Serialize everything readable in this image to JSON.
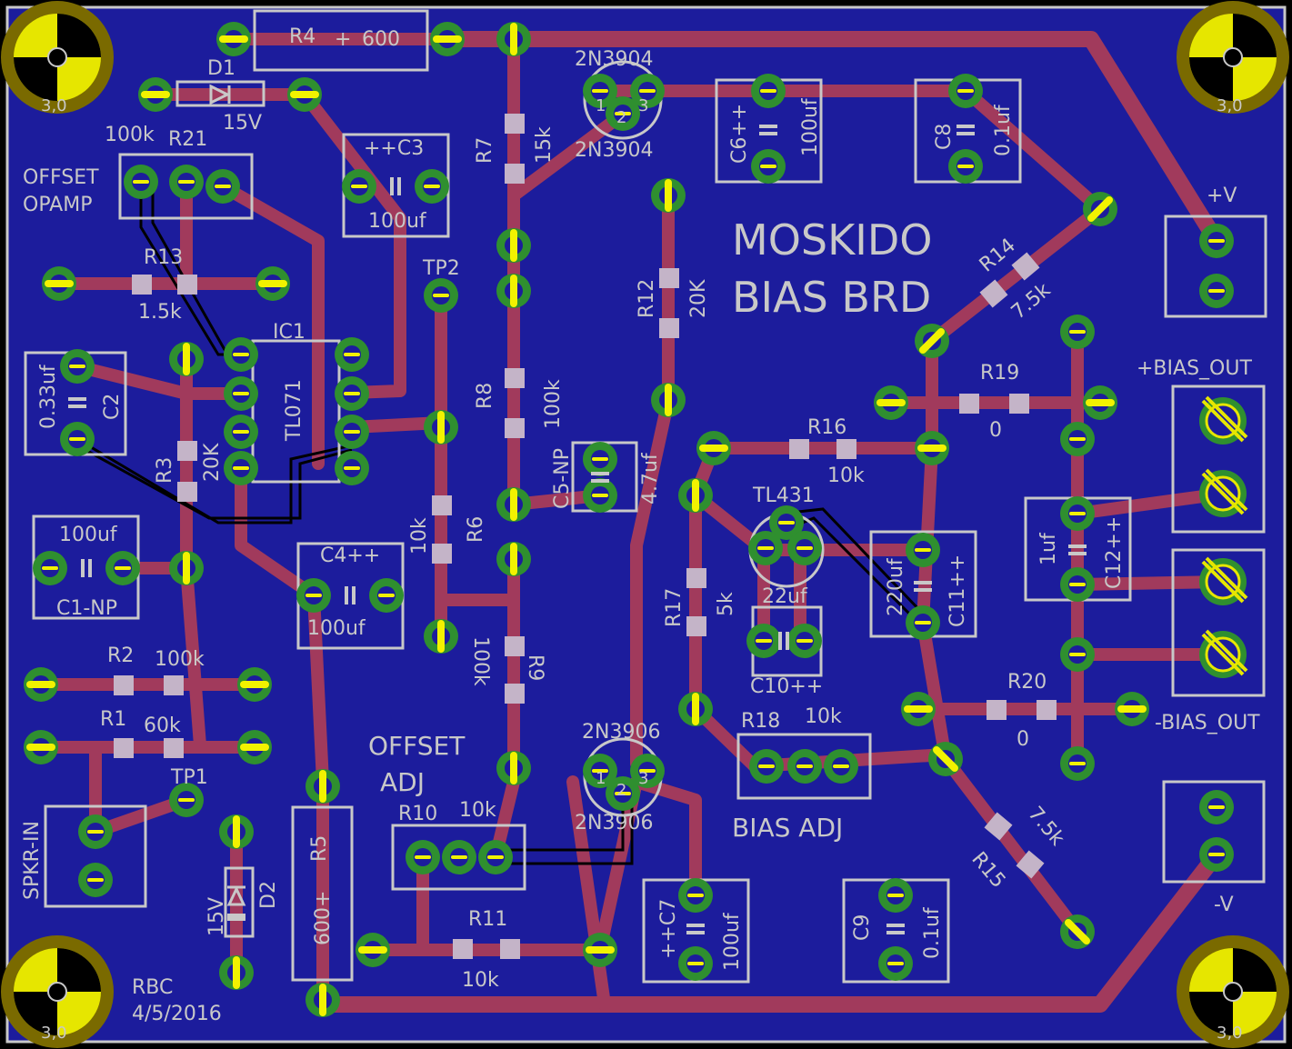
{
  "board": {
    "title_line1": "MOSKIDO",
    "title_line2": "BIAS BRD",
    "author": "RBC",
    "date": "4/5/2016",
    "colors": {
      "board": "#1c1c9c",
      "trace": "#a13a5c",
      "silk": "#c8c8c8",
      "pad": "#2f8f2f",
      "hole": "#e6e600"
    }
  },
  "labels": {
    "r4": "R4",
    "r4_val": "600",
    "plus": "+",
    "d1": "D1",
    "d1_val": "15V",
    "r21_val": "100k",
    "r21": "R21",
    "offset": "OFFSET",
    "opamp": "OPAMP",
    "c3": "++C3",
    "c3_val": "100uf",
    "q1_top": "2N3904",
    "q1_bot": "2N3904",
    "pin1": "1",
    "pin2": "2",
    "pin3": "3",
    "r7": "R7",
    "r7_val": "15k",
    "c6": "C6++",
    "c6_val": "100uf",
    "c8": "C8",
    "c8_val": "0.1uf",
    "r13": "R13",
    "r13_val": "1.5k",
    "tp2": "TP2",
    "r12": "R12",
    "r12_val": "20K",
    "r14": "R14",
    "r14_val": "7.5k",
    "v_plus": "+V",
    "ic1": "IC1",
    "ic1_part": "TL071",
    "c2": "C2",
    "c2_val": "0.33uf",
    "r3": "R3",
    "r3_val": "20K",
    "r8": "R8",
    "r8_val": "100k",
    "r19": "R19",
    "r19_val": "0",
    "bias_out_plus": "+BIAS_OUT",
    "r16": "R16",
    "r16_val": "10k",
    "c5": "C5-NP",
    "c5_val": "4.7uf",
    "tl431": "TL431",
    "c1_val": "100uf",
    "c1": "C1-NP",
    "c4": "C4++",
    "c4_val": "100uf",
    "r6": "R6",
    "r6_val": "10k",
    "r17": "R17",
    "r17_val": "5k",
    "c10_val": "22uf",
    "c10": "C10++",
    "c11_val": "220uf",
    "c11": "C11++",
    "c12_val": "1uf",
    "c12": "C12++",
    "r2": "R2",
    "r2_val": "100k",
    "r9": "R9",
    "r9_val": "100k",
    "r1": "R1",
    "r1_val": "60k",
    "r20": "R20",
    "r20_val": "0",
    "bias_out_minus": "-BIAS_OUT",
    "r18": "R18",
    "r18_val": "10k",
    "offset_adj1": "OFFSET",
    "offset_adj2": "ADJ",
    "q2_top": "2N3906",
    "q2_bot": "2N3906",
    "tp1": "TP1",
    "spkr_in": "SPKR-IN",
    "r10": "R10",
    "r10_val": "10k",
    "bias_adj": "BIAS ADJ",
    "r15": "R15",
    "r15_val": "7.5k",
    "d2": "D2",
    "d2_val": "15V",
    "r5": "R5",
    "r5_val": "600+",
    "r11": "R11",
    "r11_val": "10k",
    "c7": "++C7",
    "c7_val": "100uf",
    "c9": "C9",
    "c9_val": "0.1uf",
    "v_minus": "-V",
    "hole_label": "3,0"
  }
}
